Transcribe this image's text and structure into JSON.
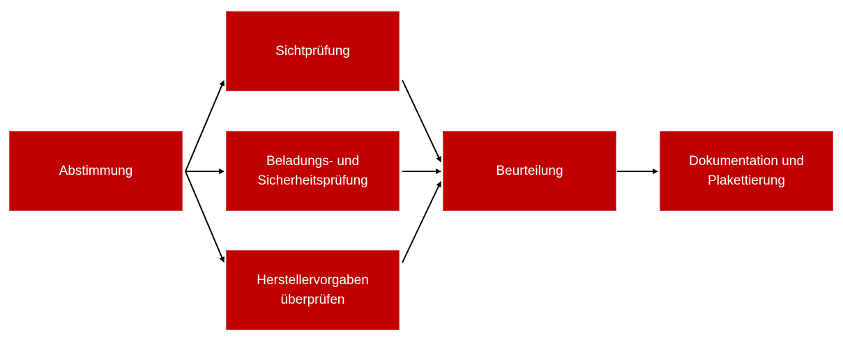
{
  "diagram": {
    "type": "process-flow",
    "box_color": "#C00000",
    "text_color": "#FFFFFF",
    "arrow_color": "#000000",
    "nodes": [
      {
        "id": "abstimmung",
        "lines": [
          "Abstimmung"
        ]
      },
      {
        "id": "sichtpruefung",
        "lines": [
          "Sichtprüfung"
        ]
      },
      {
        "id": "beladung",
        "lines": [
          "Beladungs- und",
          "Sicherheitsprüfung"
        ]
      },
      {
        "id": "hersteller",
        "lines": [
          "Herstellervorgaben",
          "überprüfen"
        ]
      },
      {
        "id": "beurteilung",
        "lines": [
          "Beurteilung"
        ]
      },
      {
        "id": "dokumentation",
        "lines": [
          "Dokumentation und",
          "Plakettierung"
        ]
      }
    ],
    "edges": [
      {
        "from": "abstimmung",
        "to": "sichtpruefung"
      },
      {
        "from": "abstimmung",
        "to": "beladung"
      },
      {
        "from": "abstimmung",
        "to": "hersteller"
      },
      {
        "from": "sichtpruefung",
        "to": "beurteilung"
      },
      {
        "from": "beladung",
        "to": "beurteilung"
      },
      {
        "from": "hersteller",
        "to": "beurteilung"
      },
      {
        "from": "beurteilung",
        "to": "dokumentation"
      }
    ]
  }
}
